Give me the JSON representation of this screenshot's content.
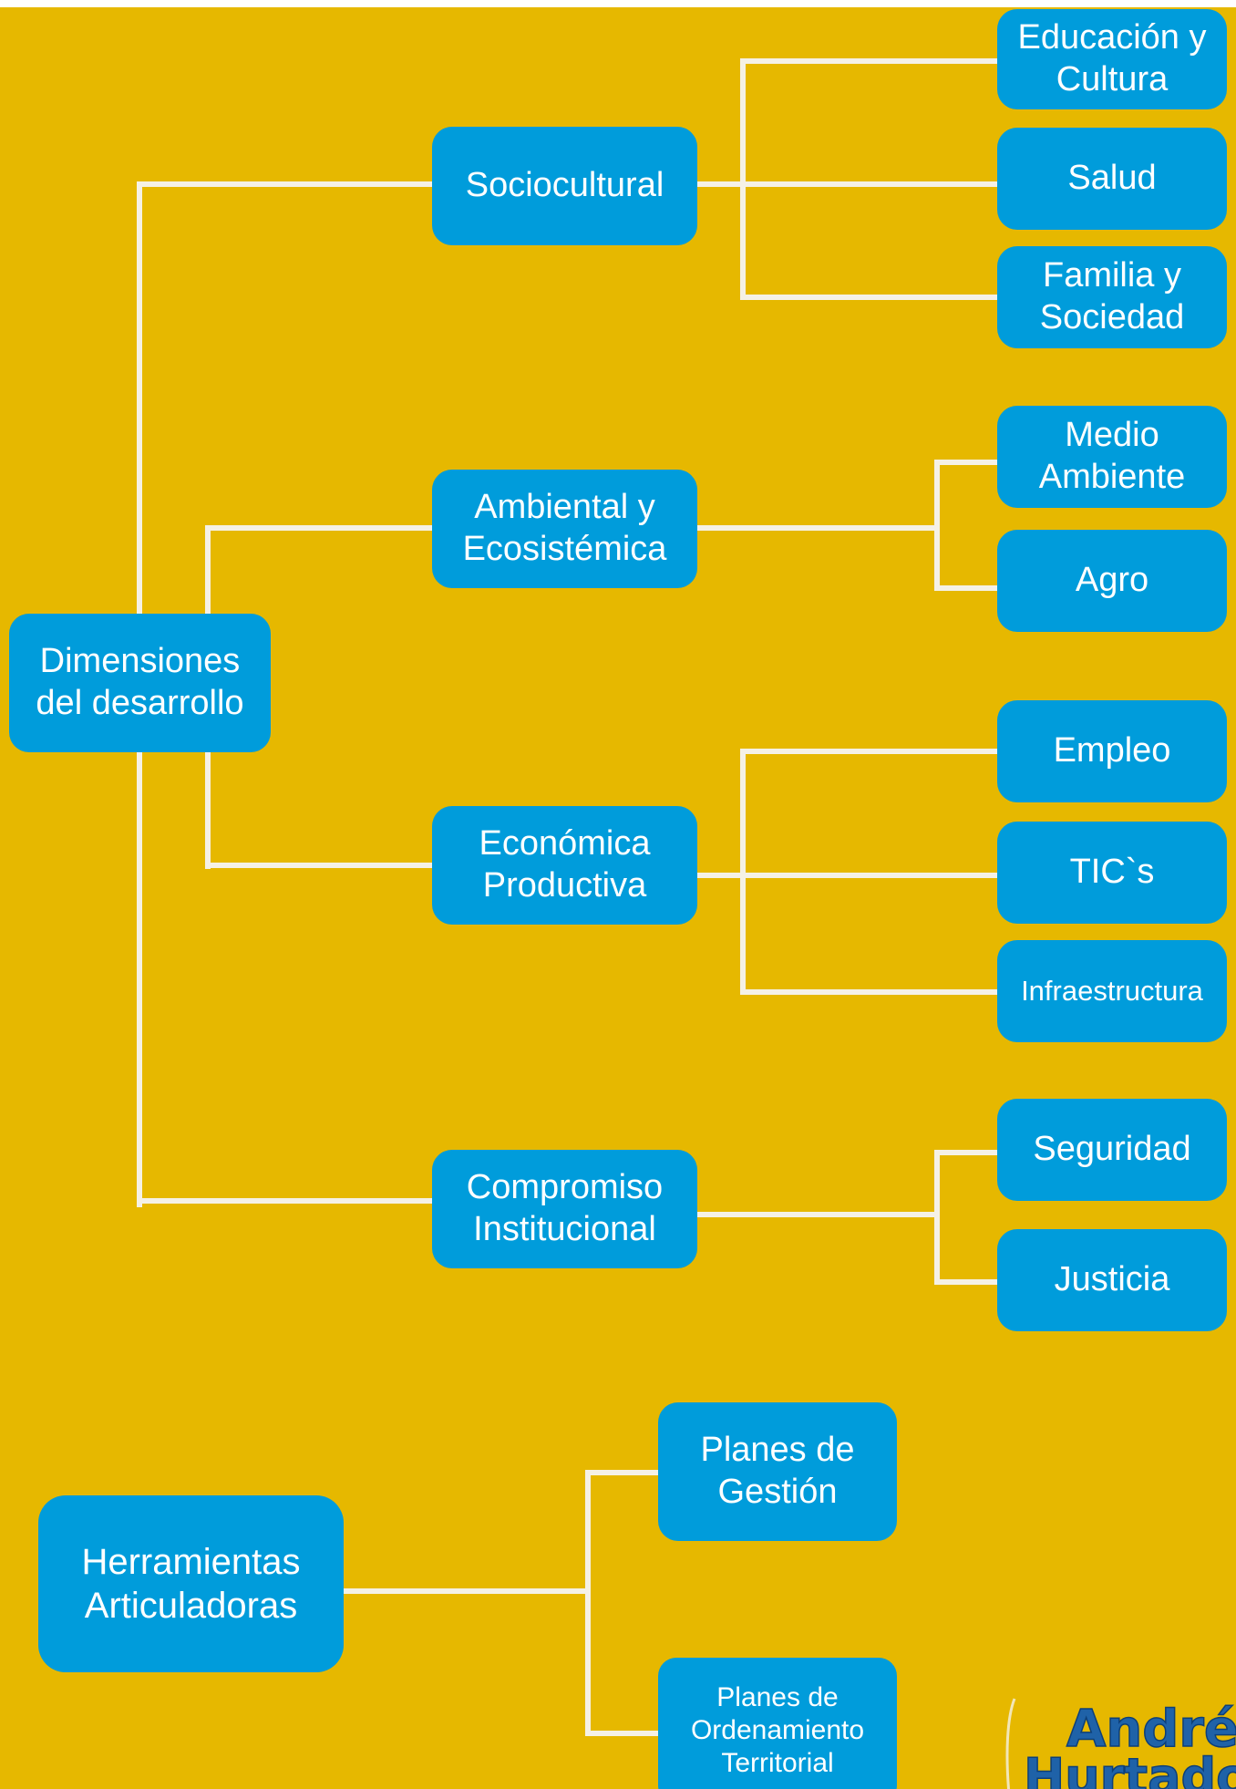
{
  "diagram": {
    "root": "Dimensiones\ndel desarrollo",
    "dimensions": {
      "sociocultural": "Sociocultural",
      "ambiental": "Ambiental y\nEcosistémica",
      "economica": "Económica\nProductiva",
      "compromiso": "Compromiso\nInstitucional"
    },
    "leaves": {
      "educacion": "Educación y\nCultura",
      "salud": "Salud",
      "familia": "Familia y\nSociedad",
      "medio_ambiente": "Medio\nAmbiente",
      "agro": "Agro",
      "empleo": "Empleo",
      "tics": "TIC`s",
      "infraestructura": "Infraestructura",
      "seguridad": "Seguridad",
      "justicia": "Justicia"
    },
    "tools": {
      "root": "Herramientas\nArticuladoras",
      "planes_gestion": "Planes de\nGestión",
      "planes_ordenamiento": "Planes de\nOrdenamiento\nTerritorial"
    }
  },
  "logo": {
    "text": "Andrés\nHurtado"
  },
  "colors": {
    "background": "#E6B800",
    "node_fill": "#009CDB",
    "connector": "#F5F1E6",
    "text": "#FFFFFF"
  }
}
